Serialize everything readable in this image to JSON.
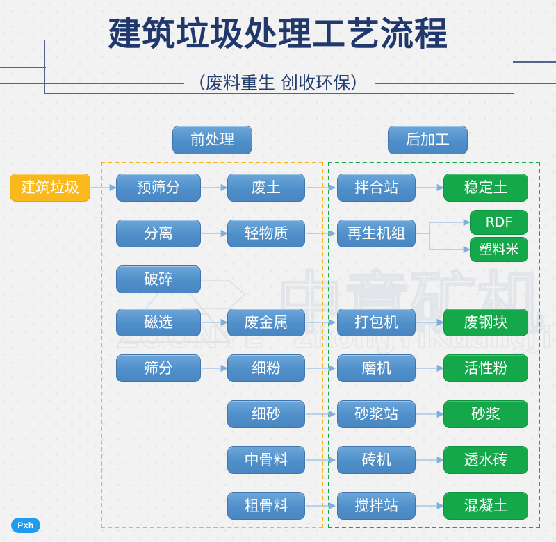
{
  "header": {
    "title": "建筑垃圾处理工艺流程",
    "subtitle": "（废料重生  创收环保）"
  },
  "watermark": {
    "cn": "中意矿机",
    "en_left": "ZOONYE",
    "en_right": "ZhongYiKuangJi"
  },
  "logo": {
    "label": "Pxh"
  },
  "groups": [
    {
      "id": "pre",
      "label": "前处理",
      "color": "#f5b615"
    },
    {
      "id": "post",
      "label": "后加工",
      "color": "#18a84a"
    }
  ],
  "colors": {
    "blue": "#4f8fc9",
    "green": "#14a84a",
    "yellow": "#f9b81c",
    "title": "#20386b",
    "arrow": "#9dbfe0",
    "background": "#f2f2f2"
  },
  "nodes": {
    "input": {
      "label": "建筑垃圾",
      "kind": "yellow"
    },
    "hdr_pre": {
      "label": "前处理",
      "kind": "blue"
    },
    "hdr_post": {
      "label": "后加工",
      "kind": "blue"
    },
    "c1_r1": {
      "label": "预筛分",
      "kind": "blue"
    },
    "c1_r2": {
      "label": "分离",
      "kind": "blue"
    },
    "c1_r3": {
      "label": "破碎",
      "kind": "blue"
    },
    "c1_r4": {
      "label": "磁选",
      "kind": "blue"
    },
    "c1_r5": {
      "label": "筛分",
      "kind": "blue"
    },
    "c2_r1": {
      "label": "废土",
      "kind": "blue"
    },
    "c2_r2": {
      "label": "轻物质",
      "kind": "blue"
    },
    "c2_r4": {
      "label": "废金属",
      "kind": "blue"
    },
    "c2_r5": {
      "label": "细粉",
      "kind": "blue"
    },
    "c2_r6": {
      "label": "细砂",
      "kind": "blue"
    },
    "c2_r7": {
      "label": "中骨料",
      "kind": "blue"
    },
    "c2_r8": {
      "label": "粗骨料",
      "kind": "blue"
    },
    "c3_r1": {
      "label": "拌合站",
      "kind": "blue"
    },
    "c3_r2": {
      "label": "再生机组",
      "kind": "blue"
    },
    "c3_r4": {
      "label": "打包机",
      "kind": "blue"
    },
    "c3_r5": {
      "label": "磨机",
      "kind": "blue"
    },
    "c3_r6": {
      "label": "砂浆站",
      "kind": "blue"
    },
    "c3_r7": {
      "label": "砖机",
      "kind": "blue"
    },
    "c3_r8": {
      "label": "搅拌站",
      "kind": "blue"
    },
    "c4_r1": {
      "label": "稳定土",
      "kind": "green"
    },
    "c4_r2a": {
      "label": "RDF",
      "kind": "green"
    },
    "c4_r2b": {
      "label": "塑料米",
      "kind": "green"
    },
    "c4_r4": {
      "label": "废钢块",
      "kind": "green"
    },
    "c4_r5": {
      "label": "活性粉",
      "kind": "green"
    },
    "c4_r6": {
      "label": "砂浆",
      "kind": "green"
    },
    "c4_r7": {
      "label": "透水砖",
      "kind": "green"
    },
    "c4_r8": {
      "label": "混凝土",
      "kind": "green"
    }
  },
  "flow_edges": [
    [
      "input",
      "c1_r1"
    ],
    [
      "c1_r1",
      "c2_r1"
    ],
    [
      "c1_r2",
      "c2_r2"
    ],
    [
      "c1_r4",
      "c2_r4"
    ],
    [
      "c1_r5",
      "c2_r5"
    ],
    [
      "c2_r1",
      "c3_r1"
    ],
    [
      "c2_r2",
      "c3_r2"
    ],
    [
      "c2_r4",
      "c3_r4"
    ],
    [
      "c2_r5",
      "c3_r5"
    ],
    [
      "c2_r6",
      "c3_r6"
    ],
    [
      "c2_r7",
      "c3_r7"
    ],
    [
      "c2_r8",
      "c3_r8"
    ],
    [
      "c3_r1",
      "c4_r1"
    ],
    [
      "c3_r2",
      "c4_r2a"
    ],
    [
      "c3_r2",
      "c4_r2b"
    ],
    [
      "c3_r4",
      "c4_r4"
    ],
    [
      "c3_r5",
      "c4_r5"
    ],
    [
      "c3_r6",
      "c4_r6"
    ],
    [
      "c3_r7",
      "c4_r7"
    ],
    [
      "c3_r8",
      "c4_r8"
    ]
  ]
}
